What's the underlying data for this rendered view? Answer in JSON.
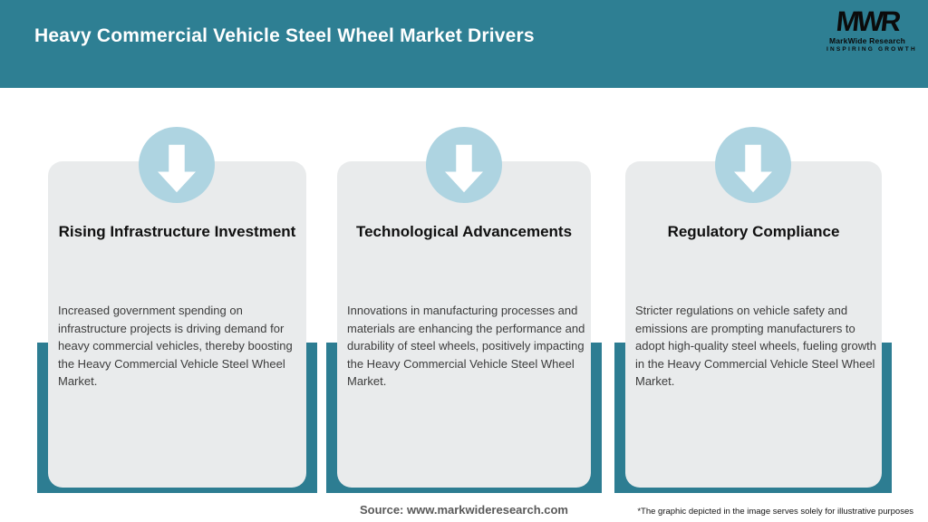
{
  "header": {
    "title": "Heavy Commercial Vehicle Steel Wheel Market Drivers",
    "logo": {
      "acronym": "MWR",
      "name": "MarkWide Research",
      "tagline": "INSPIRING GROWTH"
    }
  },
  "cards": [
    {
      "icon": "down-arrow-icon",
      "title": "Rising Infrastructure Investment",
      "body": "Increased government spending on infrastructure projects is driving demand for heavy commercial vehicles, thereby boosting the Heavy Commercial Vehicle Steel Wheel Market."
    },
    {
      "icon": "down-arrow-icon",
      "title": "Technological Advancements",
      "body": "Innovations in manufacturing processes and materials are enhancing the performance and durability of steel wheels, positively impacting the Heavy Commercial Vehicle Steel Wheel Market."
    },
    {
      "icon": "down-arrow-icon",
      "title": "Regulatory Compliance",
      "body": "Stricter regulations on vehicle safety and emissions are prompting manufacturers to adopt high-quality steel wheels, fueling growth in the Heavy Commercial Vehicle Steel Wheel Market."
    }
  ],
  "footer": {
    "source": "Source: www.markwideresearch.com",
    "disclaimer": "*The graphic depicted in the image serves solely for illustrative purposes"
  },
  "colors": {
    "header_teal": "#2e7f93",
    "band_teal": "#2d7d92",
    "card_bg": "#e9ebec",
    "icon_circle_blue": "#aed4e1",
    "arrow_white": "#ffffff",
    "title_text": "#101010",
    "body_text": "#3c3c3c",
    "source_text": "#595959"
  }
}
